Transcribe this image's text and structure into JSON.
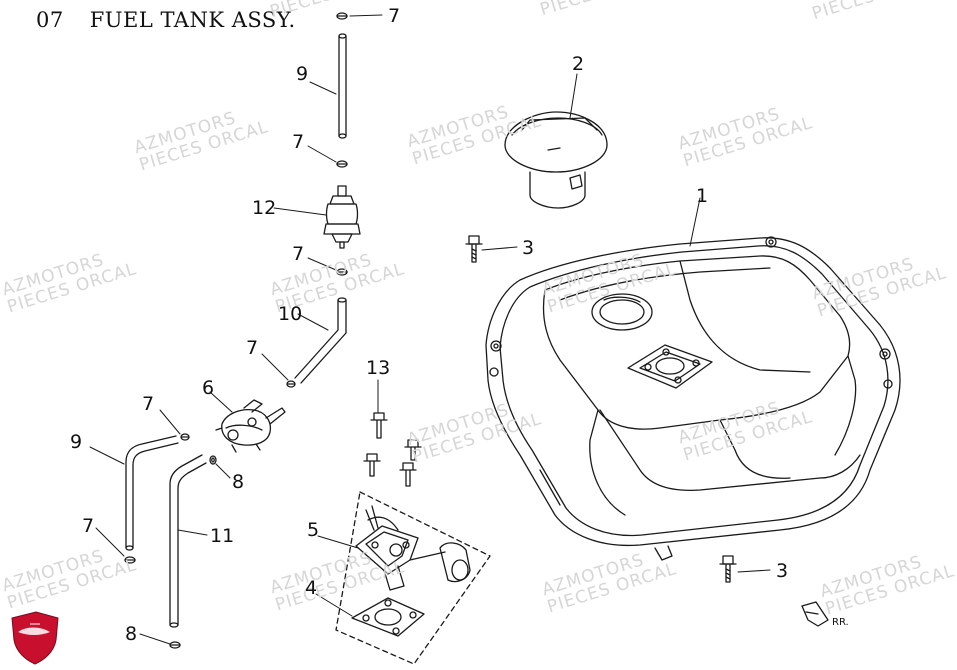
{
  "title": {
    "number": "07",
    "text": "FUEL TANK ASSY."
  },
  "watermark": {
    "line1": "AZMOTORS",
    "line2": "PIECES ORCAL"
  },
  "direction_marker": "RR.",
  "callouts": {
    "c1": "1",
    "c2": "2",
    "c3a": "3",
    "c3b": "3",
    "c4": "4",
    "c5": "5",
    "c6": "6",
    "c7a": "7",
    "c7b": "7",
    "c7c": "7",
    "c7d": "7",
    "c7e": "7",
    "c7f": "7",
    "c8a": "8",
    "c8b": "8",
    "c9a": "9",
    "c9b": "9",
    "c10": "10",
    "c11": "11",
    "c12": "12",
    "c13": "13"
  },
  "colors": {
    "line": "#1a1a1a",
    "watermark": "#d6d6d6",
    "logo_red": "#c8102e"
  }
}
